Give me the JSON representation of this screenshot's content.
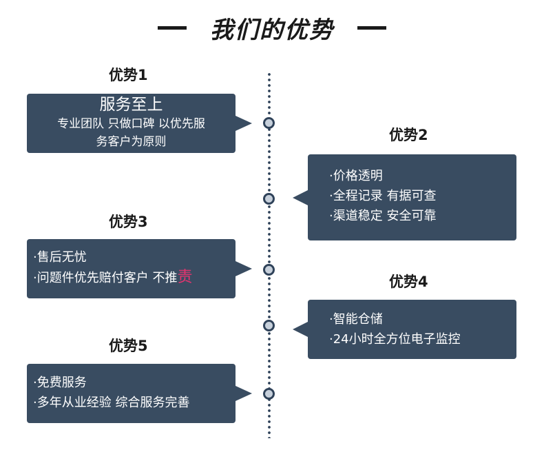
{
  "header": {
    "title": "我们的优势"
  },
  "advantages": [
    {
      "label": "优势1",
      "title": "服务至上",
      "lines": [
        "专业团队 只做口碑 以优先服",
        "务客户为原则"
      ]
    },
    {
      "label": "优势2",
      "lines": [
        "·价格透明",
        "·全程记录 有据可查",
        "·渠道稳定 安全可靠"
      ]
    },
    {
      "label": "优势3",
      "lines": [
        "·售后无忧"
      ],
      "line2_text": "·问题件优先赔付客户  不推",
      "line2_highlight": "责"
    },
    {
      "label": "优势4",
      "lines": [
        "·智能仓储",
        "·24小时全方位电子监控"
      ]
    },
    {
      "label": "优势5",
      "lines": [
        "·免费服务",
        "·多年从业经验 综合服务完善"
      ]
    }
  ],
  "colors": {
    "box": "#394c61",
    "timeline": "#2f4259",
    "highlight": "#e8336f"
  }
}
